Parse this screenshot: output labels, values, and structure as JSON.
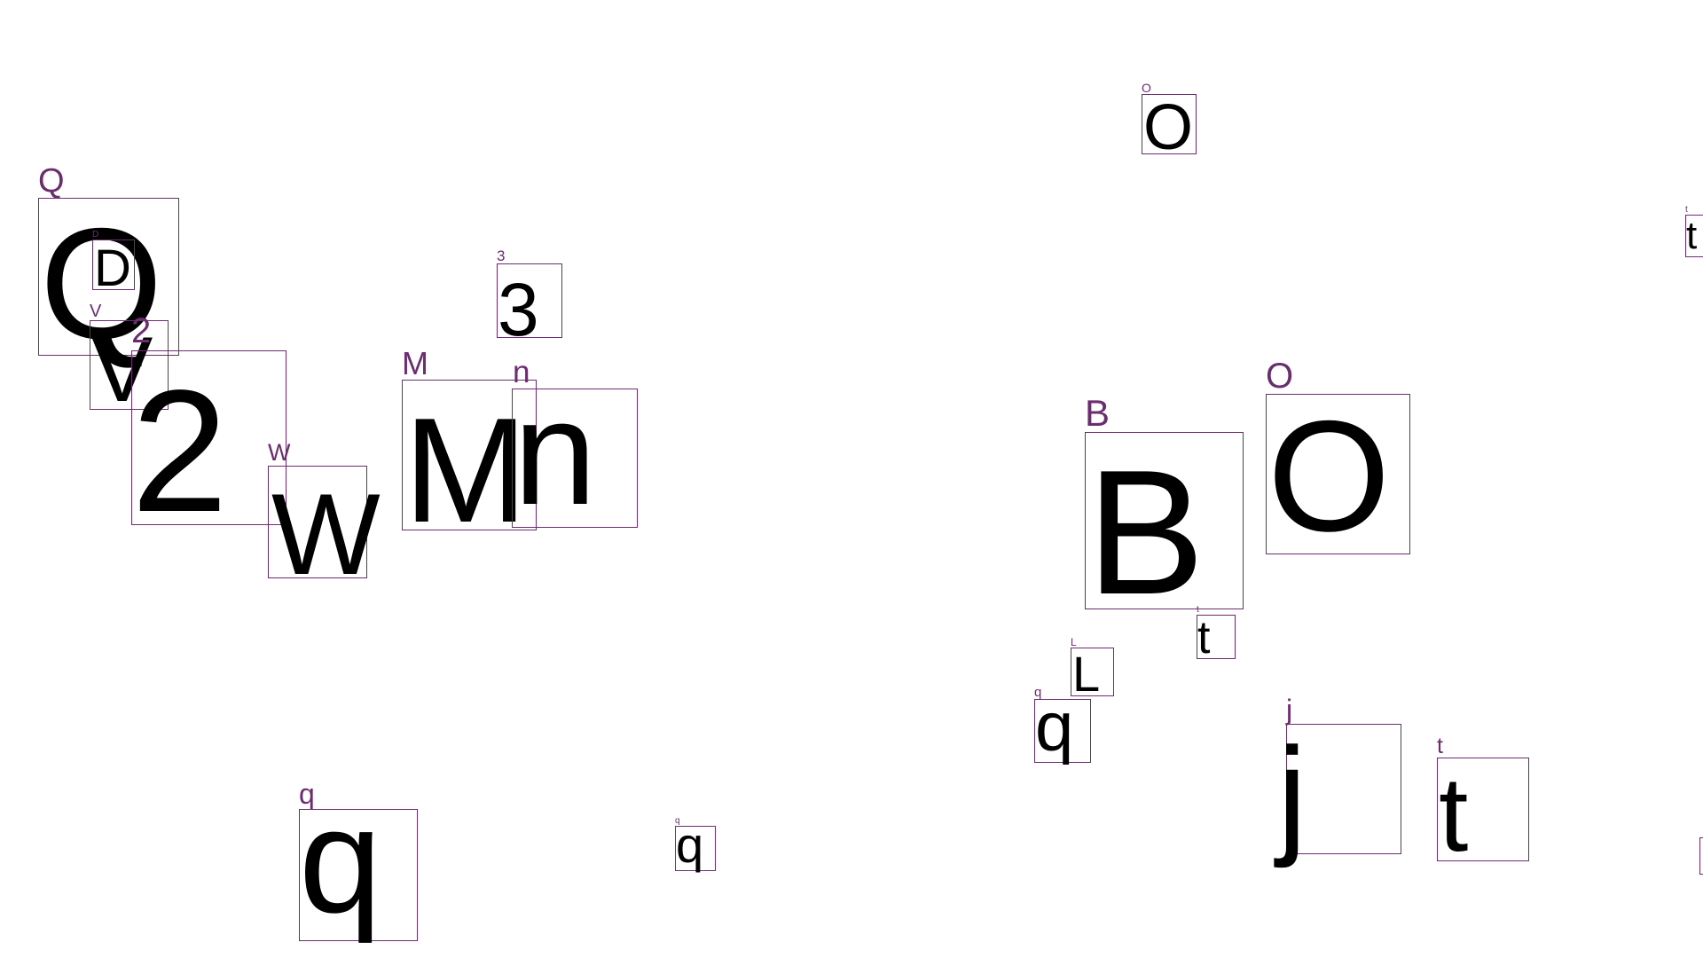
{
  "colors": {
    "background": "#ffffff",
    "box": "#6b2c70",
    "tag": "#6b2c70",
    "glyph": "#000000"
  },
  "annotations": [
    {
      "glyph": "Q",
      "tag": "Q"
    },
    {
      "glyph": "D",
      "tag": "D"
    },
    {
      "glyph": "V",
      "tag": "V"
    },
    {
      "glyph": "2",
      "tag": "2"
    },
    {
      "glyph": "3",
      "tag": "3"
    },
    {
      "glyph": "W",
      "tag": "W"
    },
    {
      "glyph": "M",
      "tag": "M"
    },
    {
      "glyph": "n",
      "tag": "n"
    },
    {
      "glyph": "q",
      "tag": "q"
    },
    {
      "glyph": "q",
      "tag": "q"
    },
    {
      "glyph": "O",
      "tag": "O"
    },
    {
      "glyph": "B",
      "tag": "B"
    },
    {
      "glyph": "O",
      "tag": "O"
    },
    {
      "glyph": "t",
      "tag": "t"
    },
    {
      "glyph": "L",
      "tag": "L"
    },
    {
      "glyph": "q",
      "tag": "q"
    },
    {
      "glyph": "j",
      "tag": "j"
    },
    {
      "glyph": "t",
      "tag": "t"
    },
    {
      "glyph": "t",
      "tag": "t"
    }
  ]
}
